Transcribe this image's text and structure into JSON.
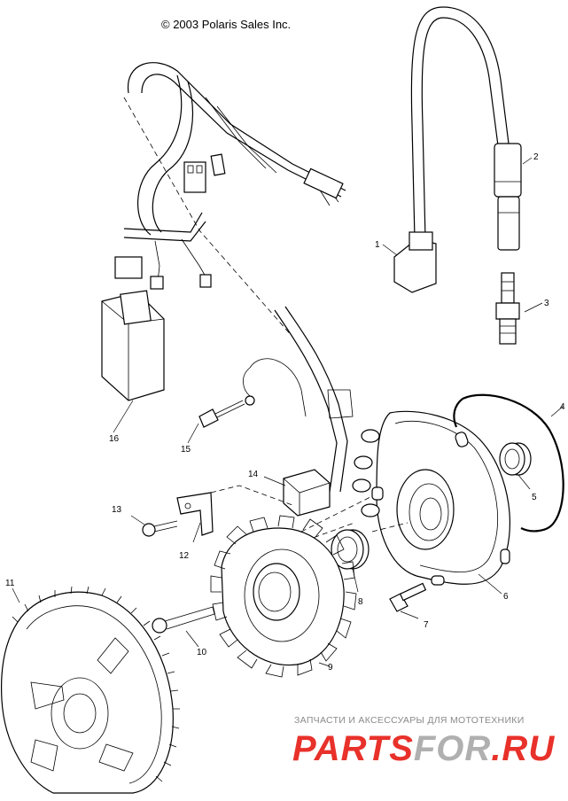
{
  "copyright": "© 2003 Polaris Sales Inc.",
  "callouts": [
    {
      "id": "1",
      "part": "ignition-coil"
    },
    {
      "id": "2",
      "part": "spark-plug-cap"
    },
    {
      "id": "3",
      "part": "spark-plug"
    },
    {
      "id": "4",
      "part": "o-ring"
    },
    {
      "id": "5",
      "part": "seal"
    },
    {
      "id": "6",
      "part": "stator-plate"
    },
    {
      "id": "7",
      "part": "bolt"
    },
    {
      "id": "8",
      "part": "bearing-seal"
    },
    {
      "id": "9",
      "part": "stator"
    },
    {
      "id": "10",
      "part": "bolt"
    },
    {
      "id": "11",
      "part": "flywheel"
    },
    {
      "id": "12",
      "part": "bracket"
    },
    {
      "id": "13",
      "part": "screw"
    },
    {
      "id": "14",
      "part": "trigger-coil"
    },
    {
      "id": "15",
      "part": "screw"
    },
    {
      "id": "16",
      "part": "cdi-module"
    }
  ],
  "watermark": {
    "tagline": "ЗАПЧАСТИ И АКСЕССУАРЫ ДЛЯ МОТОТЕХНИКИ",
    "logo_part1": "PARTS",
    "logo_part2": "FOR",
    "logo_part3": ".RU",
    "color_red": "#e8312a",
    "color_gray": "#b0b0b0"
  }
}
